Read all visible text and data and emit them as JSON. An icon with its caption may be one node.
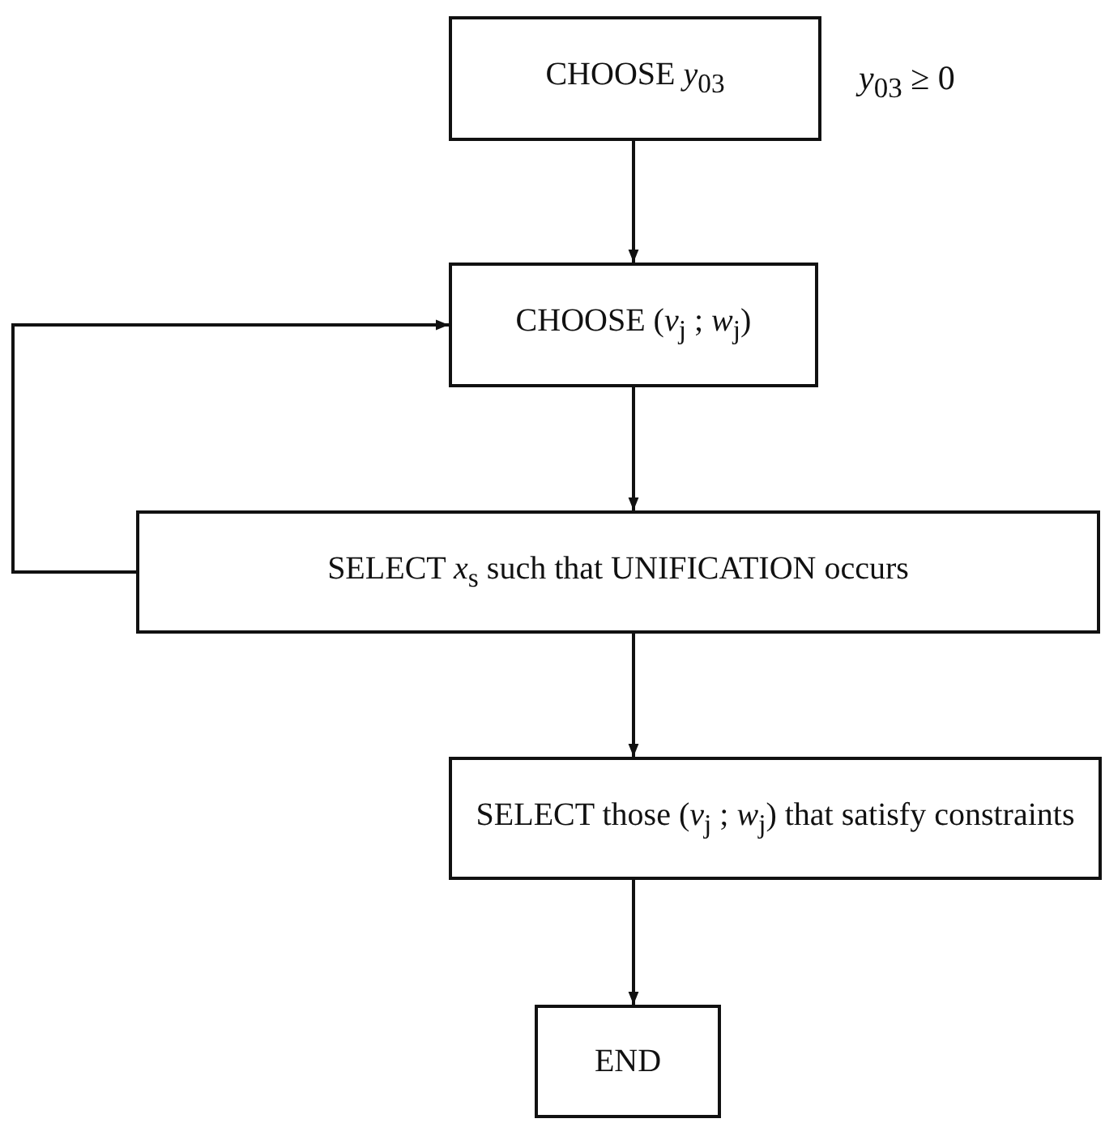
{
  "diagram": {
    "nodes": [
      {
        "text": [
          "CHOOSE *y*$_{03}$"
        ],
        "beside": [
          "*y*$_{03}$ ≥ 0"
        ]
      },
      {
        "text": [
          "CHOOSE (*v*$_{j}$ ; *w*$_{j}$)"
        ]
      },
      {
        "text": [
          "SELECT *x*$_{s}$ such that UNIFICATION occurs"
        ]
      },
      {
        "text": [
          "SELECT those (*v*$_{j}$ ; *w*$_{j}$) that satisfy constraints"
        ]
      },
      {
        "text": [
          "END"
        ]
      }
    ],
    "edges": [
      {
        "from": 0,
        "to": 1,
        "arrow": "to"
      },
      {
        "from": 1,
        "to": 2,
        "arrow": "to"
      },
      {
        "from": 2,
        "to": 1,
        "arrow": "to"
      },
      {
        "from": 2,
        "to": 3,
        "arrow": "to"
      },
      {
        "from": 3,
        "to": 4,
        "arrow": "to"
      }
    ]
  }
}
